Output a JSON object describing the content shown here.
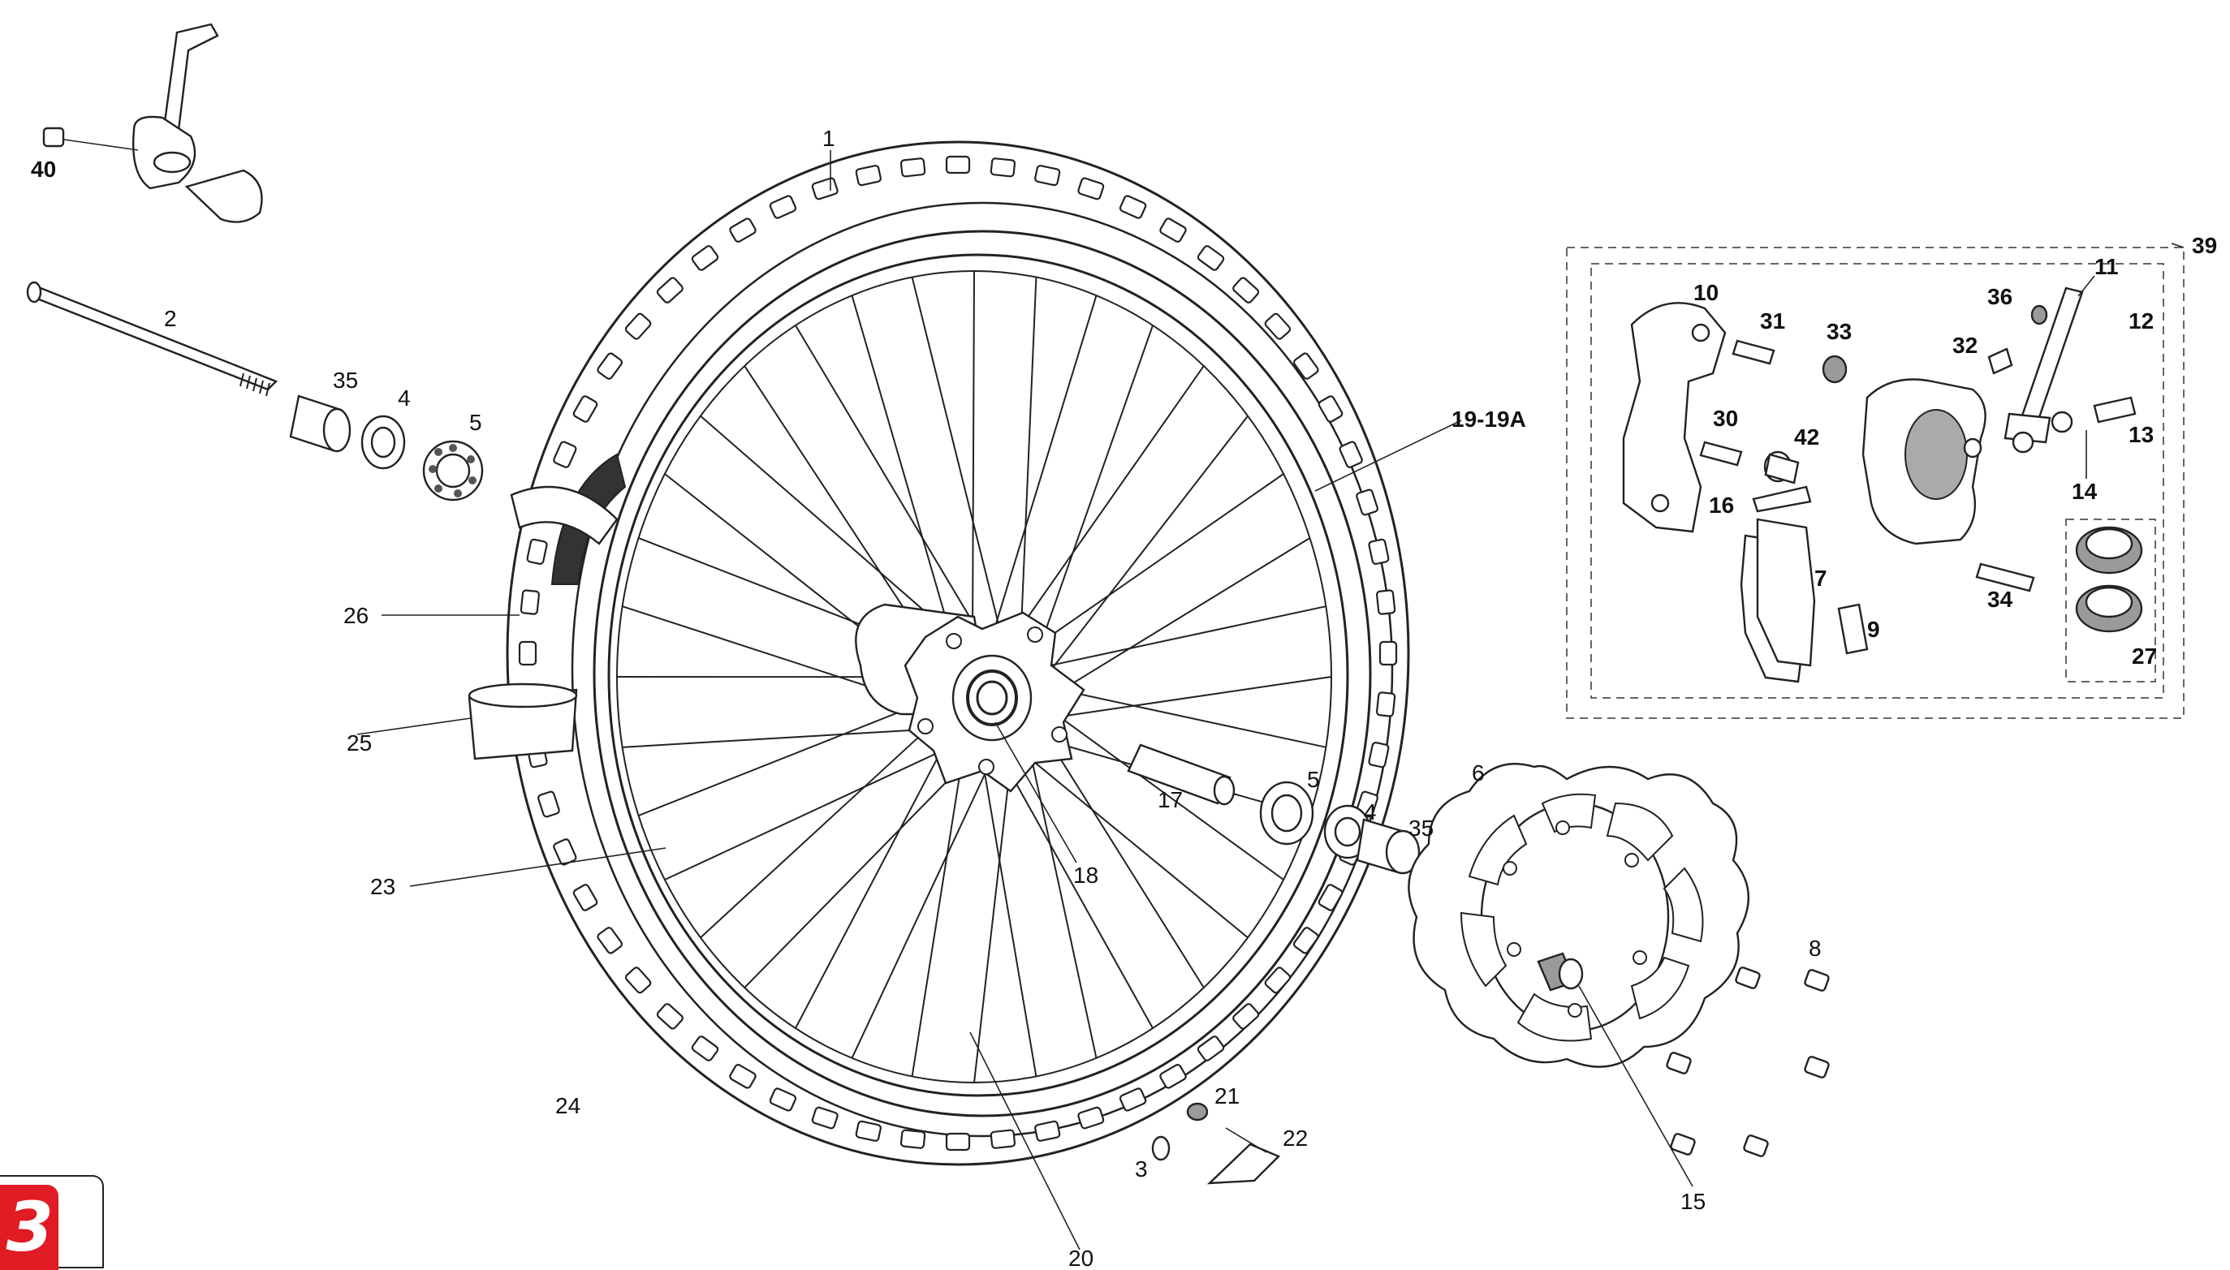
{
  "diagram": {
    "labels": {
      "p1": "1",
      "p2": "2",
      "p3": "3",
      "p4a": "4",
      "p4b": "4",
      "p5a": "5",
      "p5b": "5",
      "p6": "6",
      "p7": "7",
      "p8": "8",
      "p9": "9",
      "p10": "10",
      "p11": "11",
      "p12": "12",
      "p13": "13",
      "p14": "14",
      "p15": "15",
      "p16": "16",
      "p17": "17",
      "p18": "18",
      "p19": "19-19A",
      "p20": "20",
      "p21": "21",
      "p22": "22",
      "p23": "23",
      "p24": "24",
      "p25": "25",
      "p26": "26",
      "p27": "27",
      "p30": "30",
      "p31": "31",
      "p32": "32",
      "p33": "33",
      "p34": "34",
      "p35a": "35",
      "p35b": "35",
      "p36": "36",
      "p39": "39",
      "p40": "40",
      "p42": "42"
    },
    "badge_text": "3",
    "badge_color": "#e01b24"
  }
}
